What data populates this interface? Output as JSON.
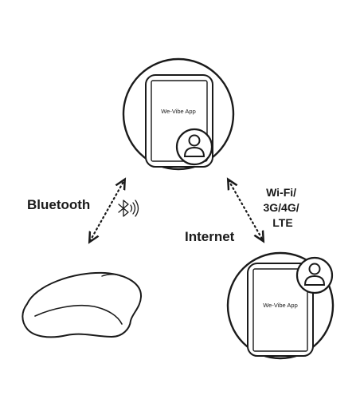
{
  "labels": {
    "bluetooth": "Bluetooth",
    "internet": "Internet",
    "network_lines": [
      "Wi-Fi/",
      "3G/4G/",
      "LTE"
    ]
  },
  "phones": [
    {
      "screen_text": "We-Vibe App"
    },
    {
      "screen_text": "We-Vibe App"
    }
  ],
  "icons": {
    "bluetooth": "bluetooth-icon",
    "user": "user-avatar-icon",
    "device": "couples-vibrator-device"
  }
}
